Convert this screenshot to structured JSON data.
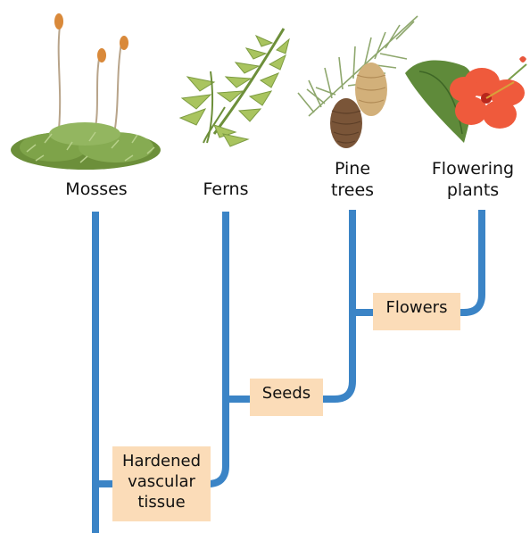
{
  "taxa": [
    {
      "name": "Mosses",
      "icon": "moss-illustration"
    },
    {
      "name": "Ferns",
      "icon": "fern-illustration"
    },
    {
      "name": "Pine\ntrees",
      "icon": "pine-branch-illustration"
    },
    {
      "name": "Flowering\nplants",
      "icon": "hibiscus-flower-illustration"
    }
  ],
  "traits": [
    {
      "label": "Hardened\nvascular\ntissue"
    },
    {
      "label": "Seeds"
    },
    {
      "label": "Flowers"
    }
  ],
  "colors": {
    "branch": "#3b84c6",
    "trait_box": "#fbdcb8"
  }
}
